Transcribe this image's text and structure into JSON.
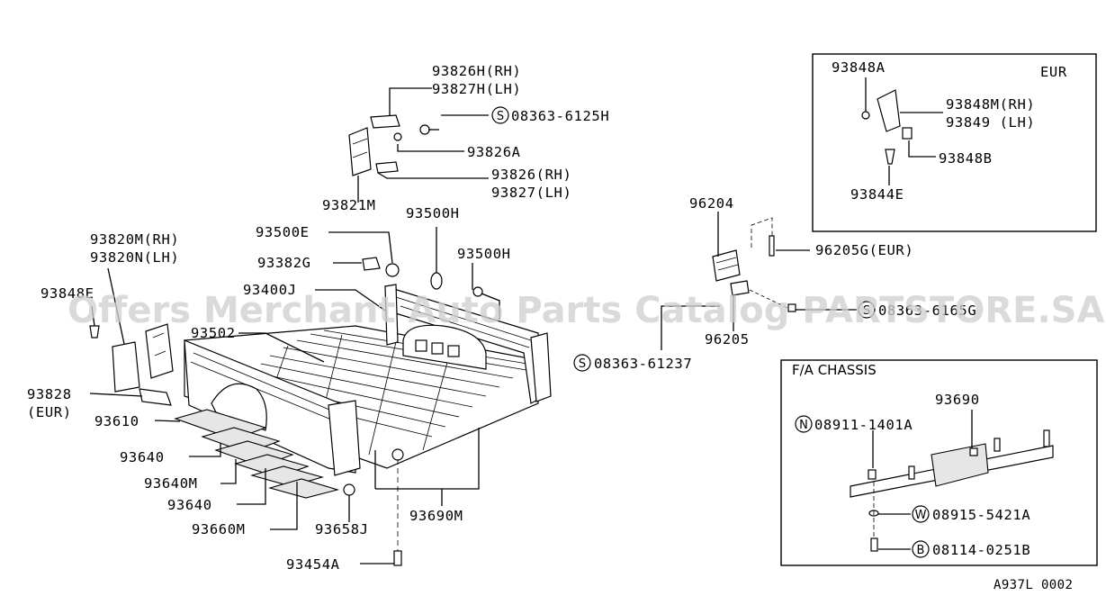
{
  "watermark": "Offers Merchant Auto Parts Catalog PARTSTORE.SA",
  "diagram_code": "A937L 0002",
  "labels": {
    "p93826h": "93826H(RH)",
    "p93827h": "93827H(LH)",
    "p08363_6125h": "08363-6125H",
    "p93826a": "93826A",
    "p93826": "93826(RH)",
    "p93827": "93827(LH)",
    "p93821m": "93821M",
    "p93500h_a": "93500H",
    "p93500e": "93500E",
    "p93382g": "93382G",
    "p93500h_b": "93500H",
    "p93400j": "93400J",
    "p93820m": "93820M(RH)",
    "p93820n": "93820N(LH)",
    "p93848e": "93848E",
    "p93502": "93502",
    "p93828": "93828",
    "p_eur": "(EUR)",
    "p93610": "93610",
    "p93640_a": "93640",
    "p93640m": "93640M",
    "p93640_b": "93640",
    "p93660m": "93660M",
    "p93658j": "93658J",
    "p93690m": "93690M",
    "p93454a": "93454A",
    "p08363_61237": "08363-61237",
    "p96204": "96204",
    "p96205g": "96205G(EUR)",
    "p08363_6165g": "08363-6165G",
    "p96205": "96205"
  },
  "eur_box": {
    "title": "EUR",
    "p93848a": "93848A",
    "p93848m": "93848M(RH)",
    "p93849": "93849 (LH)",
    "p93848b": "93848B",
    "p93844e": "93844E"
  },
  "chassis_box": {
    "title": "F/A CHASSIS",
    "p93690": "93690",
    "p08911": "08911-1401A",
    "p08915": "08915-5421A",
    "p08114": "08114-0251B"
  },
  "symbols": {
    "s": "S",
    "n": "N",
    "w": "W",
    "b": "B"
  }
}
